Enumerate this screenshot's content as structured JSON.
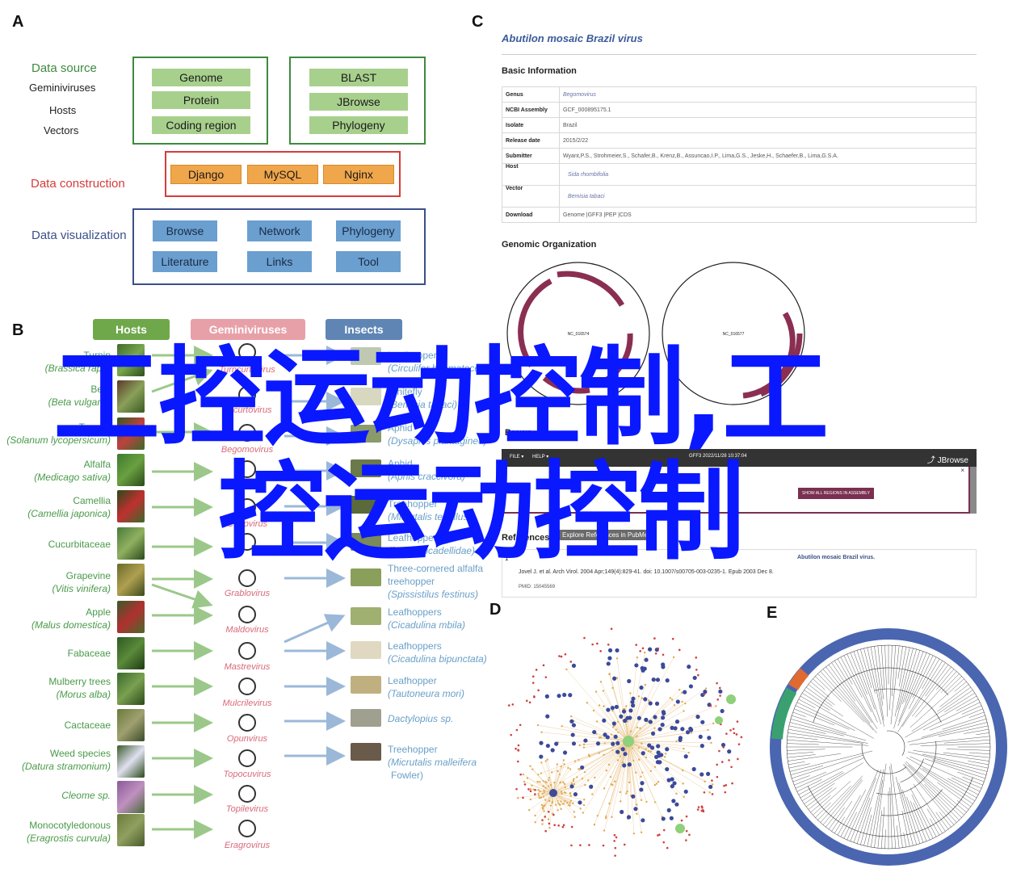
{
  "panels": {
    "a": "A",
    "b": "B",
    "c": "C",
    "d": "D",
    "e": "E"
  },
  "panel_a": {
    "data_source": {
      "title": "Data source",
      "items": [
        "Geminiviruses",
        "Hosts",
        "Vectors"
      ]
    },
    "source_box_1": [
      "Genome",
      "Protein",
      "Coding region"
    ],
    "source_box_2": [
      "BLAST",
      "JBrowse",
      "Phylogeny"
    ],
    "construction": {
      "title": "Data construction",
      "items": [
        "Django",
        "MySQL",
        "Nginx"
      ]
    },
    "visualization": {
      "title": "Data visualization",
      "items": [
        "Browse",
        "Network",
        "Phylogeny",
        "Literature",
        "Links",
        "Tool"
      ]
    }
  },
  "panel_b": {
    "headers": {
      "hosts": "Hosts",
      "geminiviruses": "Geminiviruses",
      "insects": "Insects"
    },
    "header_colors": {
      "hosts": "#6fa84b",
      "geminiviruses": "#e8a0a8",
      "insects": "#5f85b5"
    },
    "hosts": [
      {
        "name": "Turnip",
        "latin": "(Brassica rapa)"
      },
      {
        "name": "Beet",
        "latin": "(Beta vulgaris)"
      },
      {
        "name": "Tomato",
        "latin": "(Solanum lycopersicum)"
      },
      {
        "name": "Alfalfa",
        "latin": "(Medicago sativa)"
      },
      {
        "name": "Camellia",
        "latin": "(Camellia japonica)"
      },
      {
        "name": "Cucurbitaceae",
        "latin": ""
      },
      {
        "name": "Grapevine",
        "latin": "(Vitis vinifera)"
      },
      {
        "name": "Apple",
        "latin": "(Malus domestica)"
      },
      {
        "name": "Fabaceae",
        "latin": ""
      },
      {
        "name": "Mulberry trees",
        "latin": "(Morus alba)"
      },
      {
        "name": "Cactaceae",
        "latin": ""
      },
      {
        "name": "Weed species",
        "latin": "(Datura stramonium)"
      },
      {
        "name": "",
        "latin": "Cleome sp."
      },
      {
        "name": "Monocotyledonous",
        "latin": "(Eragrostis curvula)"
      }
    ],
    "geminiviruses": [
      "Turncurtovirus",
      "Becurtovirus",
      "Begomovirus",
      "",
      "",
      "Curtovirus",
      "",
      "Grablovirus",
      "Maldovirus",
      "Mastrevirus",
      "Mulcrilevirus",
      "Opunvirus",
      "Topocuvirus",
      "Topilevirus",
      "Eragrovirus"
    ],
    "insects": [
      {
        "name": "Leafhopper",
        "latin": "(Circulifer haematoceps)"
      },
      {
        "name": "Whitefly",
        "latin": "(Bemisia tabaci)"
      },
      {
        "name": "Aphid",
        "latin": "(Dysaphis plantaginea)"
      },
      {
        "name": "Aphid",
        "latin": "(Aphis craccivora)"
      },
      {
        "name": "Treehopper",
        "latin": "(Micrutalis tenellus)"
      },
      {
        "name": "Leafhopper",
        "latin": "(family Cicadellidae)"
      },
      {
        "name": "Three-cornered alfalfa treehopper",
        "latin": "(Spissistilus festinus)"
      },
      {
        "name": "Leafhoppers",
        "latin": "(Cicadulina mbila)"
      },
      {
        "name": "Leafhoppers",
        "latin": "(Cicadulina bipunctata)"
      },
      {
        "name": "Leafhopper",
        "latin": "(Tautoneura mori)"
      },
      {
        "name": "",
        "latin": "Dactylopius sp."
      },
      {
        "name": "Treehopper",
        "latin": "(Micrutalis malleifera",
        "extra": "Fowler)"
      }
    ]
  },
  "panel_c": {
    "title": "Abutilon mosaic Brazil virus",
    "basic_info": "Basic Information",
    "rows": [
      {
        "k": "Genus",
        "v": "Begomovirus"
      },
      {
        "k": "NCBI Assembly",
        "v": "GCF_000895175.1"
      },
      {
        "k": "Isolate",
        "v": "Brazil"
      },
      {
        "k": "Release date",
        "v": "2015/2/22"
      },
      {
        "k": "Submitter",
        "v": "Wyant,P.S., Strohmeier,S., Schafer,B., Krenz,B., Assuncao,I.P., Lima,G.S., Jeske,H., Schaefer,B., Lima,G.S.A."
      },
      {
        "k": "Host",
        "v": "Sida rhombifolia"
      },
      {
        "k": "Vector",
        "v": "Bemisia tabaci"
      },
      {
        "k": "Download",
        "v": "Genome |GFF3 |PEP |CDS"
      }
    ],
    "genomic_org": "Genomic Organization",
    "circle_1": "NC_016574",
    "circle_2": "NC_016577",
    "browse": "Brows",
    "jbrowse": {
      "file": "FILE ▾",
      "help": "HELP ▾",
      "brand": "JBrowse",
      "loc": "GFF3 2022/11/28 10:37:04",
      "show": "SHOW ALL REGIONS IN ASSEMBLY",
      "close": "×"
    },
    "refs": {
      "label": "References",
      "button": "Explore References in PubMed"
    },
    "citation": {
      "num": "1",
      "line1": "Abutilon mosaic Brazil virus.",
      "line2": "Jovel J. et al.  Arch Virol. 2004 Apr;149(4):829-41. doi: 10.1007/s00705-003-0235-1. Epub 2003 Dec 8.",
      "line3": "PMID: 15045569"
    }
  },
  "watermark": {
    "line1": "工控运动控制,工",
    "line2": "控运动控制"
  },
  "colors": {
    "green_box": "#3d8a3d",
    "red_box": "#d63b3b",
    "blue_box": "#3b4f8a",
    "plasmid": "#8a2f52",
    "network_node": "#3b4a9a",
    "tree_ring": "#4a66b0"
  }
}
